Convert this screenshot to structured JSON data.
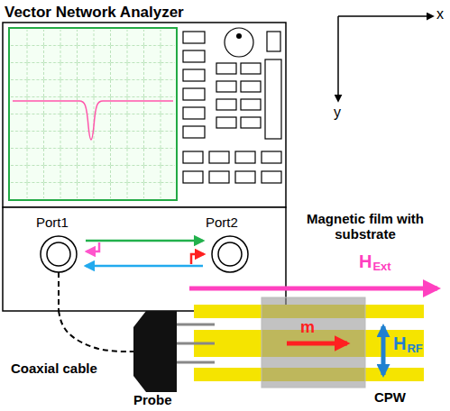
{
  "diagram": {
    "nodes": [
      {
        "text": [
          "Vector Network Analyzer"
        ]
      },
      {
        "text": [
          "Probe"
        ]
      }
    ],
    "edges": [
      {
        "from": 0,
        "to": 1,
        "arrow": "none"
      }
    ],
    "labels": [
      "Port1",
      "Port2",
      "x",
      "y",
      "Magnetic film with substrate",
      "H",
      "Ext",
      "m",
      "H",
      "RF",
      "Coaxial cable",
      "CPW"
    ]
  }
}
